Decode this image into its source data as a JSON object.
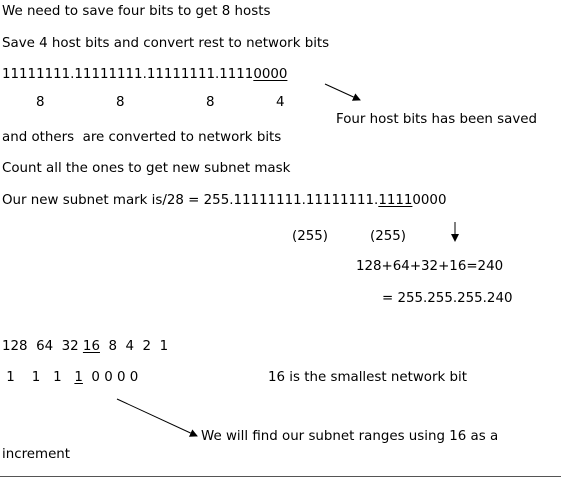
{
  "lines": {
    "l1": "We need to save four bits to get 8 hosts",
    "l2": "Save 4 host bits and convert rest to network bits",
    "l3_pre": "11111111.11111111.11111111.1111",
    "l3_ul": "0000",
    "l4_a": "8",
    "l4_b": "8",
    "l4_c": "8",
    "l4_d": "4",
    "l5_note": "Four host bits has been saved",
    "l6": "and others  are converted to network bits",
    "l7": "Count all the ones to get new subnet mask",
    "l8_pre": "Our new subnet mark is/28 = 255.11111111.11111111.",
    "l8_ul": "1111",
    "l8_post": "0000",
    "l9_a": "(255)",
    "l9_b": "(255)",
    "l10": "128+64+32+16=240",
    "l11": "= 255.255.255.240",
    "l12_a": "128  64  32 ",
    "l12_ul": "16",
    "l12_b": "  8  4  2  1",
    "l13_a": " 1    1   1   ",
    "l13_ul": "1",
    "l13_b": "  0 0 0 0",
    "l13_note": "16 is the smallest network bit",
    "l14": "We will find our subnet ranges using 16 as a",
    "l15": "increment"
  }
}
